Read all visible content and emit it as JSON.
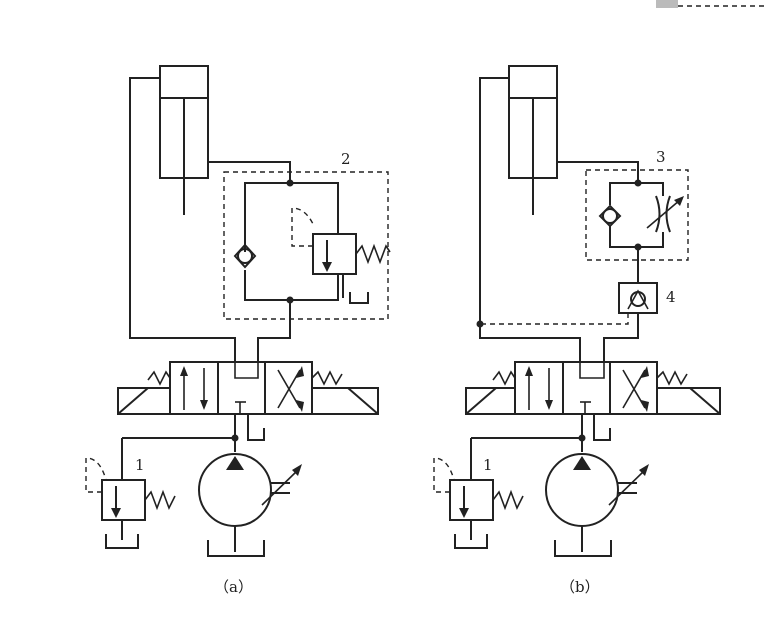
{
  "circuits": [
    {
      "id": "a",
      "caption": "（a）",
      "labels": [
        {
          "id": "valve-2",
          "text": "2"
        },
        {
          "id": "relief-1",
          "text": "1"
        }
      ]
    },
    {
      "id": "b",
      "caption": "（b）",
      "labels": [
        {
          "id": "valve-3",
          "text": "3"
        },
        {
          "id": "check-4",
          "text": "4"
        },
        {
          "id": "relief-1",
          "text": "1"
        }
      ]
    }
  ]
}
